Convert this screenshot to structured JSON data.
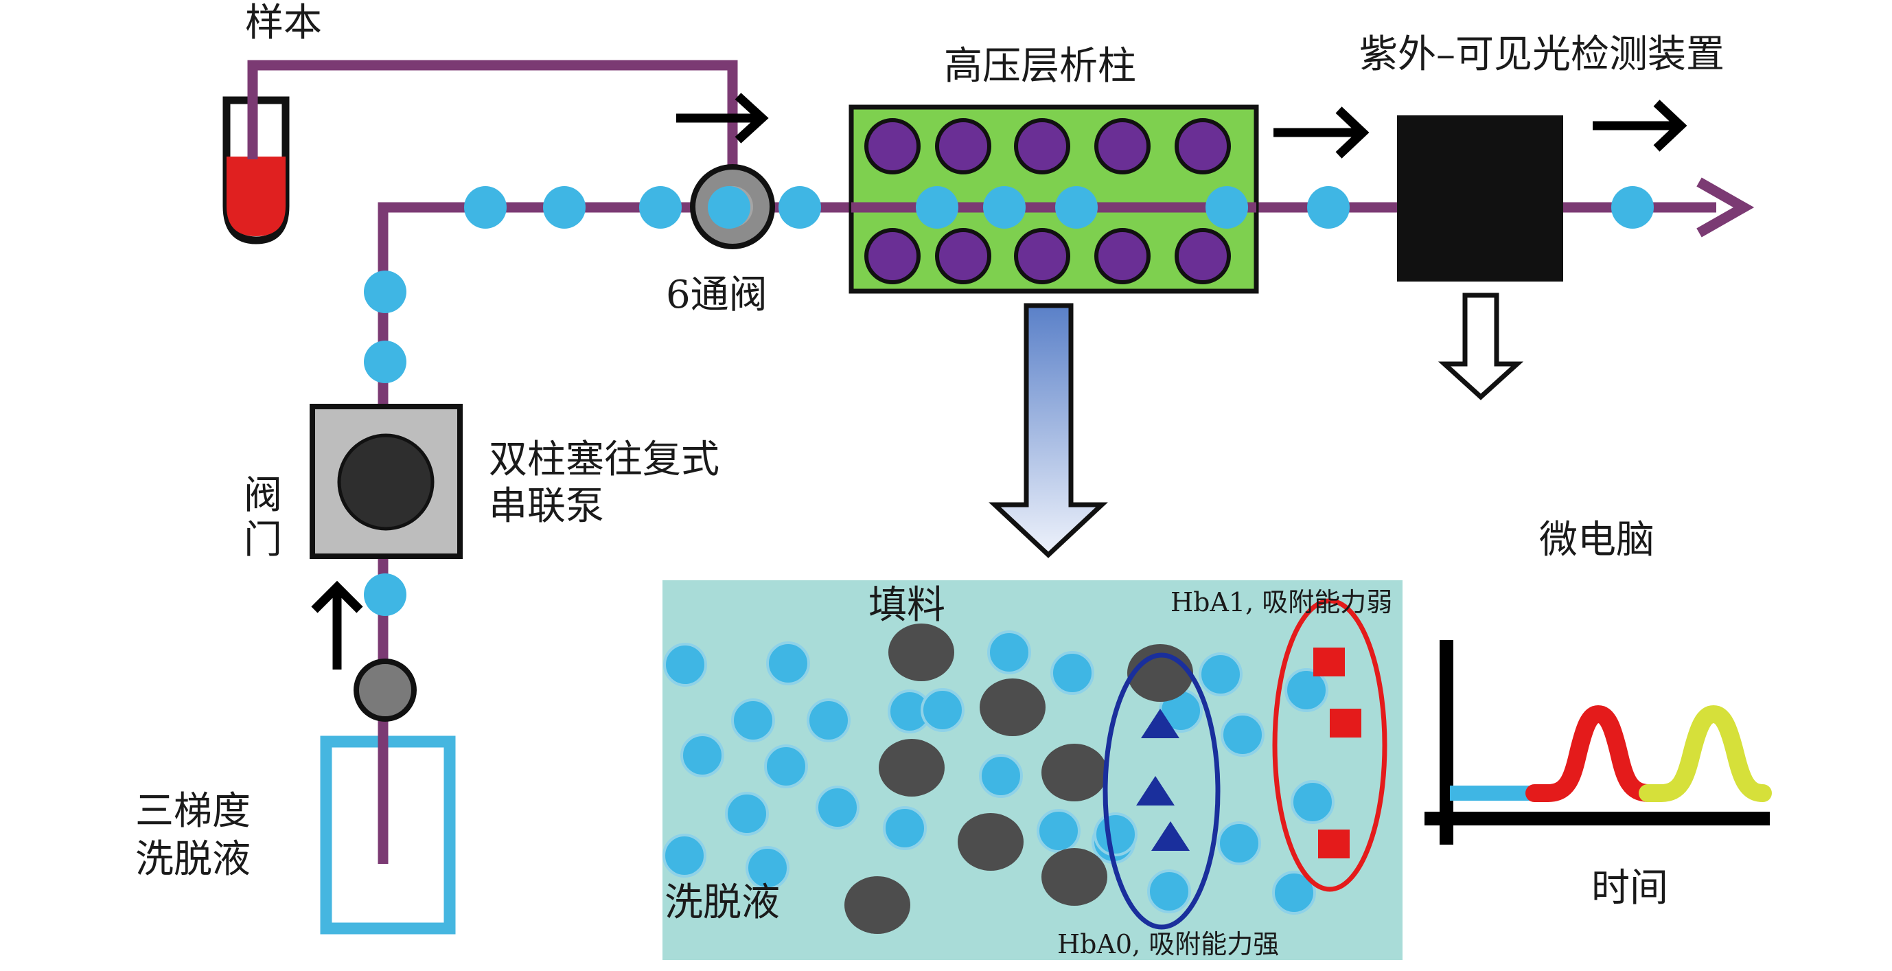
{
  "labels": {
    "sample": "样本",
    "column": "高压层析柱",
    "detector": "紫外–可见光检测装置",
    "six_way_valve": "6通阀",
    "pump_line1": "双柱塞往复式",
    "pump_line2": "串联泵",
    "valve_char1": "阀",
    "valve_char2": "门",
    "eluent_line1": "三梯度",
    "eluent_line2": "洗脱液",
    "computer": "微电脑",
    "time": "时间",
    "packing": "填料",
    "detail_eluent": "洗脱液",
    "hba1": "HbA1, 吸附能力弱",
    "hba0": "HbA0, 吸附能力强"
  },
  "colors": {
    "tubing": "#7b3a73",
    "droplet": "#3fb6e4",
    "column_fill": "#7ed04f",
    "column_bead": "#6a2f95",
    "detector": "#111111",
    "sample_liquid": "#e02020",
    "eluent_box": "#45b6e0",
    "detail_bg": "#a9dcd8",
    "packing": "#4d4d4d",
    "hba0": "#1a2f9c",
    "hba1": "#e41b1b",
    "peak_red": "#e41b1b",
    "peak_yellow": "#d6e03a",
    "baseline": "#3fb6e4"
  }
}
